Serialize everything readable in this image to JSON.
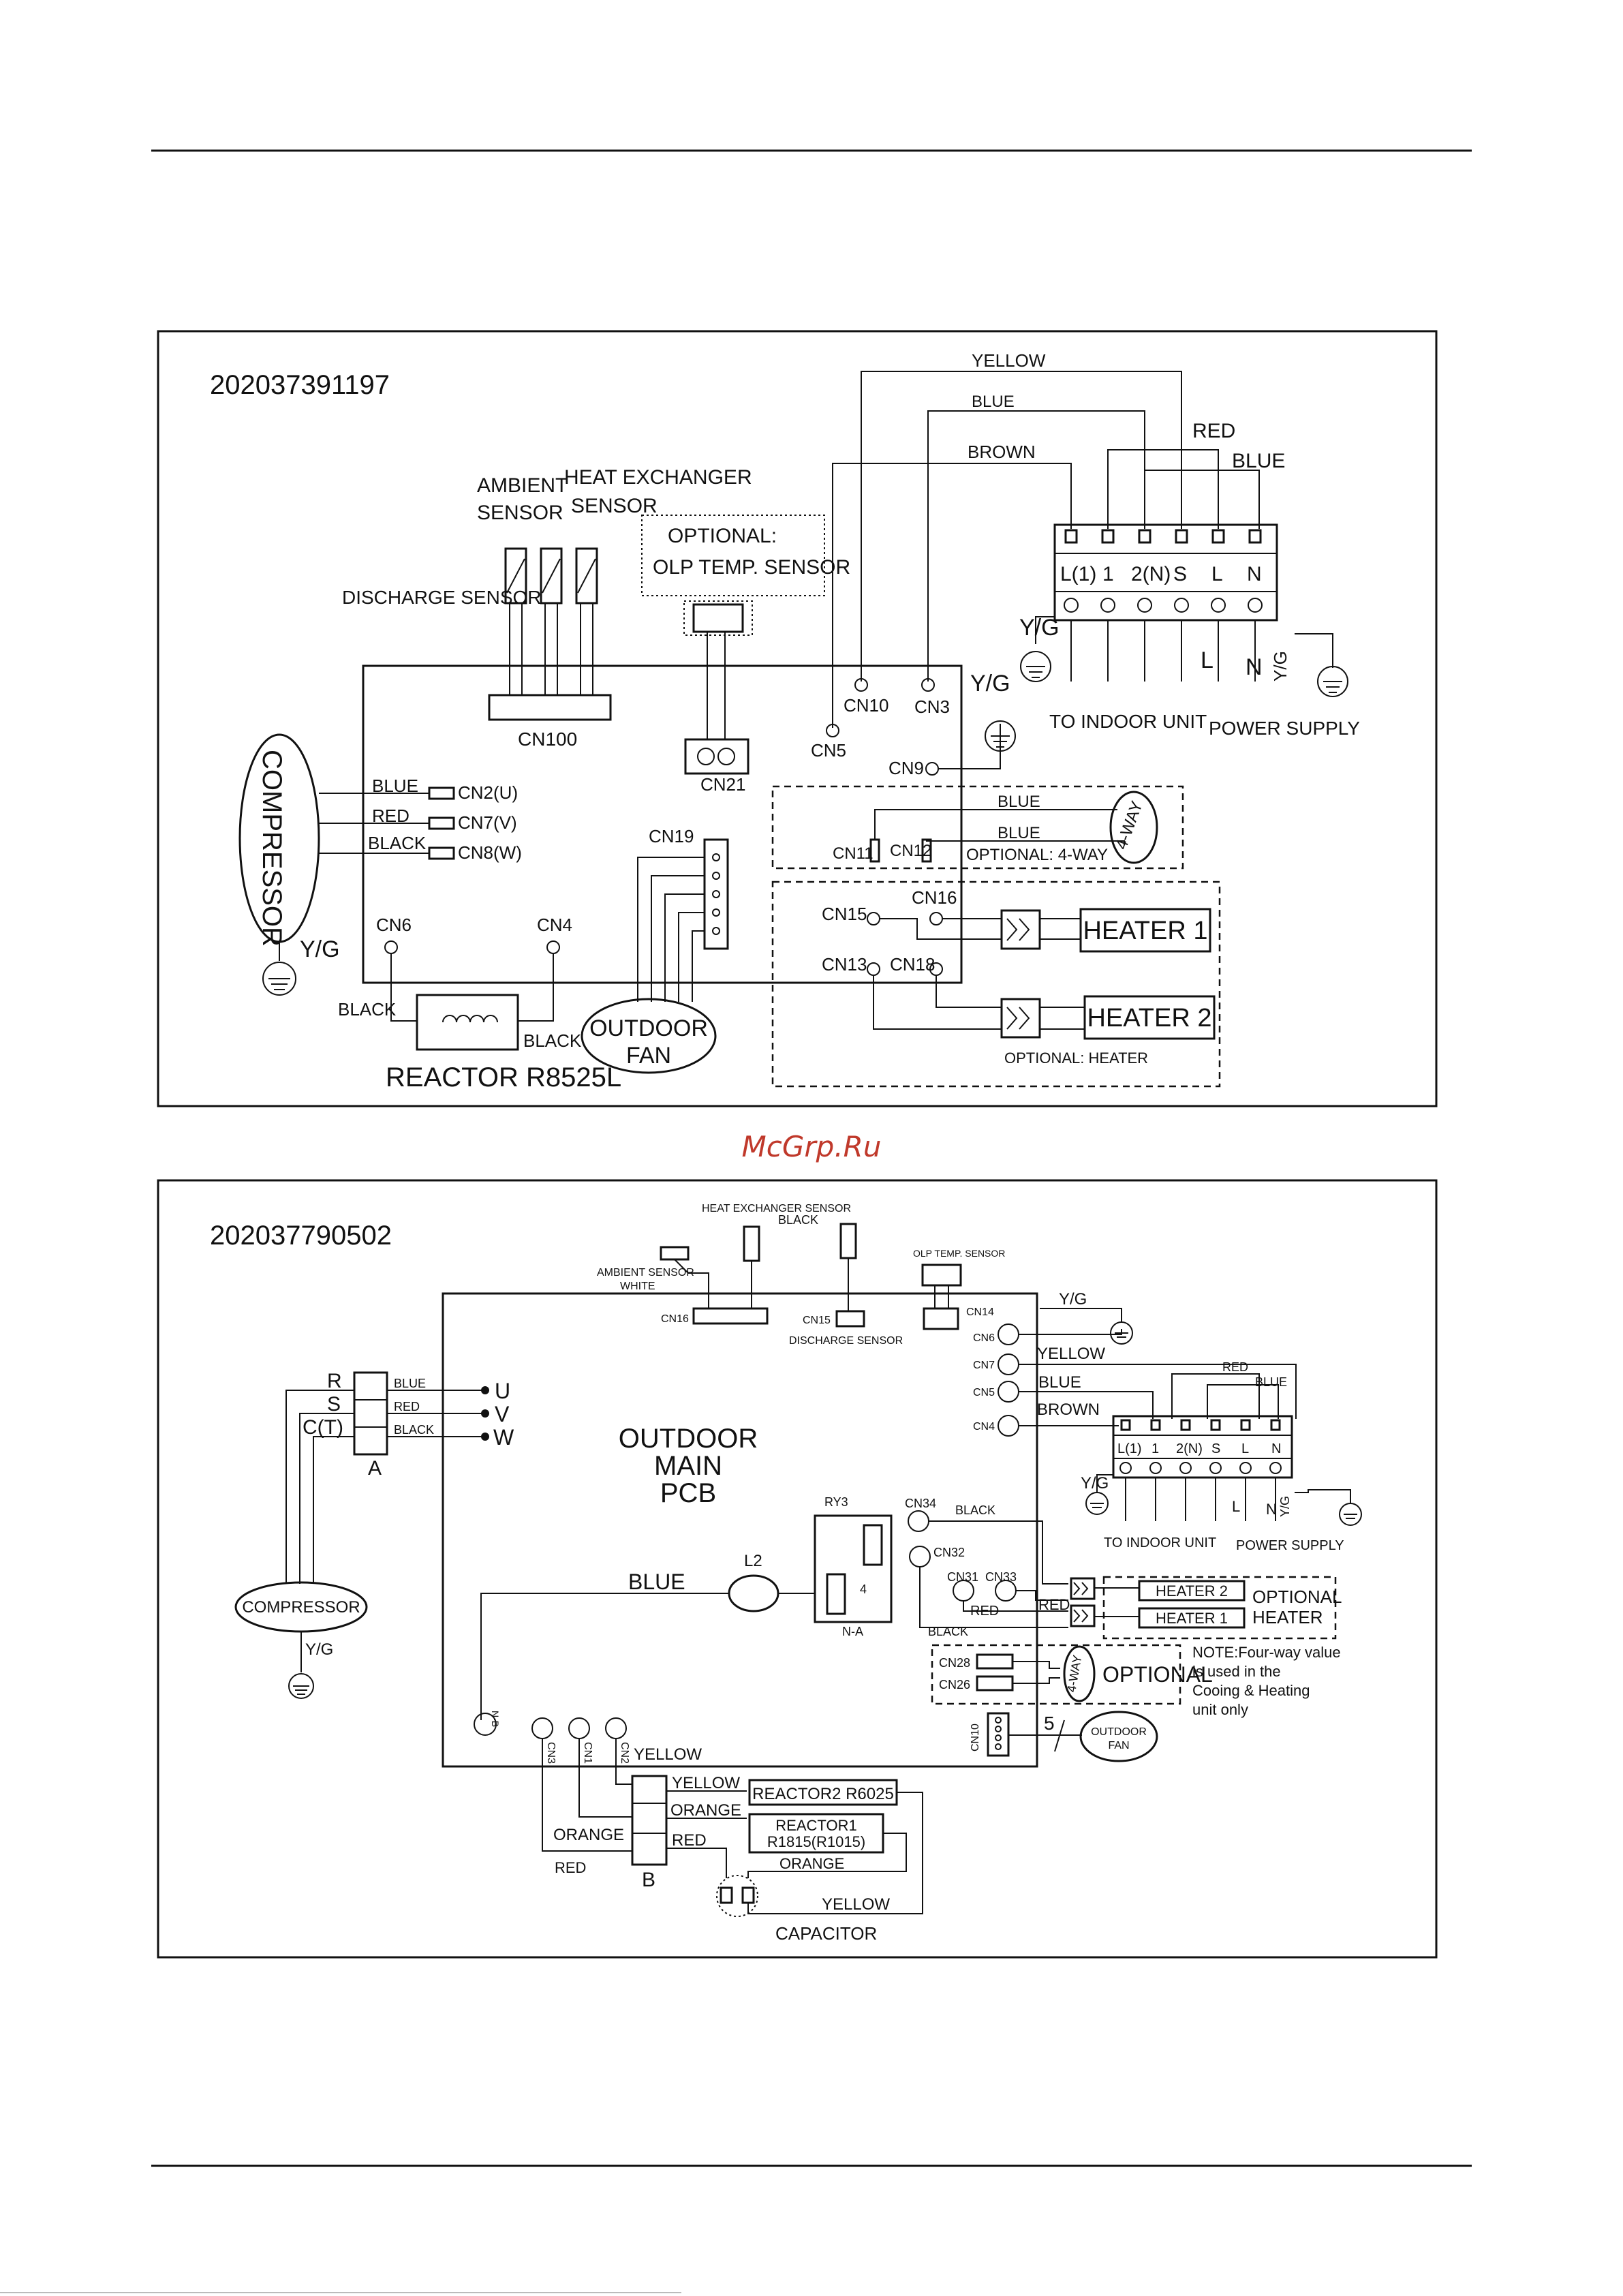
{
  "watermark": "McGrp.Ru",
  "diagram1": {
    "id": "202037391197",
    "labels": {
      "yellow": "YELLOW",
      "blue_top": "BLUE",
      "brown": "BROWN",
      "red": "RED",
      "blue_right": "BLUE",
      "ambient": "AMBIENT",
      "sensor1": "SENSOR",
      "heat_exchanger": "HEAT EXCHANGER",
      "sensor2": "SENSOR",
      "discharge": "DISCHARGE SENSOR",
      "optional": "OPTIONAL:",
      "olp": "OLP TEMP. SENSOR",
      "cn100": "CN100",
      "cn21": "CN21",
      "cn10": "CN10",
      "cn3": "CN3",
      "cn5": "CN5",
      "cn9": "CN9",
      "yg1": "Y/G",
      "yg2": "Y/G",
      "yg3": "Y/G",
      "compressor": "COMPRESSOR",
      "blue_u": "BLUE",
      "red_v": "RED",
      "black_w": "BLACK",
      "cn2": "CN2(U)",
      "cn7": "CN7(V)",
      "cn8": "CN8(W)",
      "cn6": "CN6",
      "cn4": "CN4",
      "cn19": "CN19",
      "black1": "BLACK",
      "black2": "BLACK",
      "reactor": "REACTOR R8525L",
      "fan1": "OUTDOOR",
      "fan2": "FAN",
      "blue_4way1": "BLUE",
      "blue_4way2": "BLUE",
      "cn11": "CN11",
      "cn12": "CN12",
      "opt4way": "OPTIONAL: 4-WAY",
      "fourway": "4-WAY",
      "cn16": "CN16",
      "cn15": "CN15",
      "cn13": "CN13",
      "cn18": "CN18",
      "heater1": "HEATER 1",
      "heater2": "HEATER 2",
      "optheater": "OPTIONAL: HEATER",
      "to_indoor": "TO INDOOR UNIT",
      "power_supply": "POWER SUPPLY",
      "L": "L",
      "N": "N",
      "yg_ps": "Y/G"
    },
    "terminals": [
      "L(1)",
      "1",
      "2(N)",
      "S",
      "L",
      "N"
    ]
  },
  "diagram2": {
    "id": "202037790502",
    "labels": {
      "hx_sensor": "HEAT EXCHANGER SENSOR",
      "black_top": "BLACK",
      "ambient": "AMBIENT SENSOR",
      "white": "WHITE",
      "olp": "OLP TEMP. SENSOR",
      "cn16": "CN16",
      "cn15": "CN15",
      "discharge": "DISCHARGE SENSOR",
      "cn14": "CN14",
      "yg_top": "Y/G",
      "cn6": "CN6",
      "cn7": "CN7",
      "cn5": "CN5",
      "cn4": "CN4",
      "yellow": "YELLOW",
      "blue": "BLUE",
      "brown": "BROWN",
      "red_tb": "RED",
      "blue_tb": "BLUE",
      "R": "R",
      "S": "S",
      "CT": "C(T)",
      "A": "A",
      "blue_u": "BLUE",
      "red_v": "RED",
      "black_w": "BLACK",
      "U": "U",
      "V": "V",
      "W": "W",
      "main1": "OUTDOOR",
      "main2": "MAIN",
      "main3": "PCB",
      "ry3": "RY3",
      "four": "4",
      "na": "N-A",
      "cn34": "CN34",
      "black_cn34": "BLACK",
      "cn32": "CN32",
      "cn31": "CN31",
      "cn33": "CN33",
      "red_heat": "RED",
      "red_heat2": "RED",
      "black_heat": "BLACK",
      "heater2": "HEATER 2",
      "heater1": "HEATER 1",
      "optional1": "OPTIONAL",
      "heater_opt": "HEATER",
      "cn28": "CN28",
      "cn26": "CN26",
      "fourway": "4-WAY",
      "optional2": "OPTIONAL",
      "note1": "NOTE:Four-way value",
      "note2": " is used in the",
      "note3": "Cooing  & Heating",
      "note4": "unit only",
      "blue_l2": "BLUE",
      "l2": "L2",
      "compressor": "COMPRESSOR",
      "yg_comp": "Y/G",
      "nb": "N-B",
      "cn3": "CN3",
      "cn1": "CN1",
      "cn2": "CN2",
      "yellow_cn2": "YELLOW",
      "cn10": "CN10",
      "five": "5",
      "fan1": "OUTDOOR",
      "fan2": "FAN",
      "yellow_b": "YELLOW",
      "orange_b": "ORANGE",
      "red_b": "RED",
      "orange_l": "ORANGE",
      "red_l": "RED",
      "B": "B",
      "reactor2": "REACTOR2  R6025",
      "reactor1a": "REACTOR1",
      "reactor1b": "R1815(R1015)",
      "orange_r": "ORANGE",
      "yellow_cap": "YELLOW",
      "capacitor": "CAPACITOR",
      "to_indoor": "TO INDOOR UNIT",
      "power_supply": "POWER SUPPLY",
      "L": "L",
      "N": "N",
      "yg_ps": "Y/G",
      "yg_ind": "Y/G"
    },
    "terminals": [
      "L(1)",
      "1",
      "2(N)",
      "S",
      "L",
      "N"
    ]
  }
}
